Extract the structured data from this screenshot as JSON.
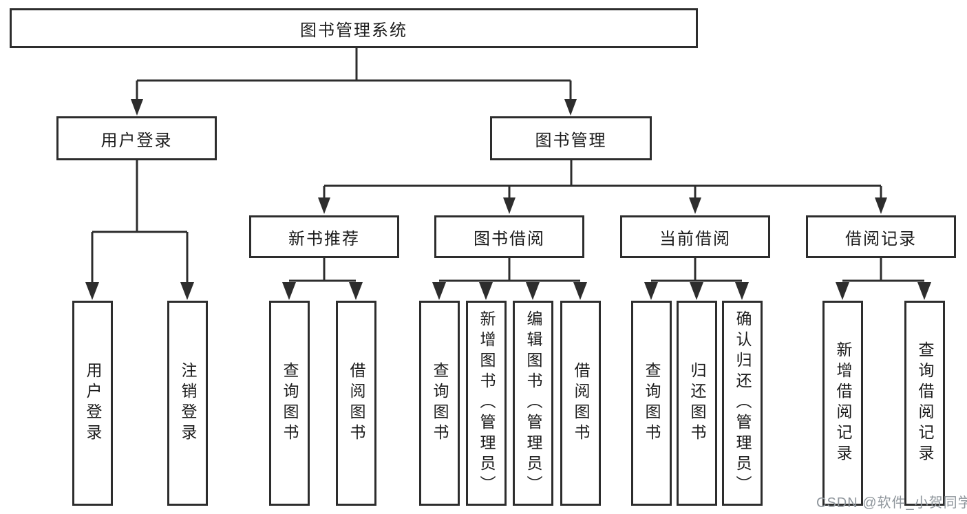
{
  "diagram": {
    "root": {
      "label": "图书管理系统"
    },
    "branches": [
      {
        "label": "用户登录",
        "children": [
          "用户登录",
          "注销登录"
        ]
      },
      {
        "label": "图书管理",
        "sections": [
          {
            "label": "新书推荐",
            "children": [
              "查询图书",
              "借阅图书"
            ]
          },
          {
            "label": "图书借阅",
            "children": [
              "查询图书",
              "新增图书（管理员）",
              "编辑图书（管理员）",
              "借阅图书"
            ]
          },
          {
            "label": "当前借阅",
            "children": [
              "查询图书",
              "归还图书",
              "确认归还（管理员）"
            ]
          },
          {
            "label": "借阅记录",
            "children": [
              "新增借阅记录",
              "查询借阅记录"
            ]
          }
        ]
      }
    ]
  },
  "watermark": {
    "text": "CSDN @软件_小贺同学"
  },
  "colors": {
    "line": "#2d2d2d",
    "box_border": "#2d2d2d",
    "text": "#1b1b1b",
    "watermark": "#8f969c",
    "background": "#ffffff"
  }
}
